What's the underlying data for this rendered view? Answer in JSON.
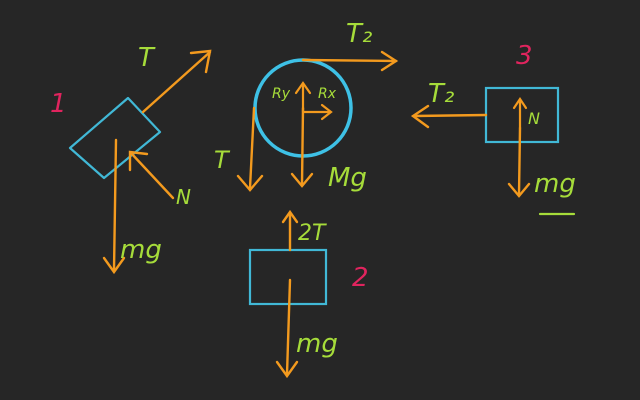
{
  "colors": {
    "background": "#262626",
    "force_arrow": "#f39a1e",
    "body_outline": "#41b8d6",
    "pulley": "#3ec1e6",
    "force_label": "#a6dc3a",
    "body_number": "#e0245e"
  },
  "bodies": [
    {
      "number": "1",
      "shape": "tilted-block",
      "forces": [
        "T",
        "N",
        "mg"
      ]
    },
    {
      "number": "2",
      "shape": "hanging-block",
      "forces": [
        "2T",
        "mg"
      ]
    },
    {
      "number": "3",
      "shape": "block",
      "forces": [
        "T2",
        "N",
        "mg"
      ]
    }
  ],
  "pulley": {
    "shape": "circle",
    "forces": [
      "T2",
      "T",
      "Ry",
      "Rx",
      "Mg"
    ]
  },
  "labels": {
    "body1_number": "1",
    "body1_tension": "T",
    "body1_normal": "N",
    "body1_weight": "mg",
    "body2_number": "2",
    "body2_tension": "2T",
    "body2_weight": "mg",
    "body3_number": "3",
    "body3_tension": "T₂",
    "body3_normal": "N",
    "body3_weight": "mg",
    "pulley_tension_top": "T₂",
    "pulley_tension_left": "T",
    "pulley_reaction_y": "Ry",
    "pulley_reaction_x": "Rx",
    "pulley_weight": "Mg"
  }
}
